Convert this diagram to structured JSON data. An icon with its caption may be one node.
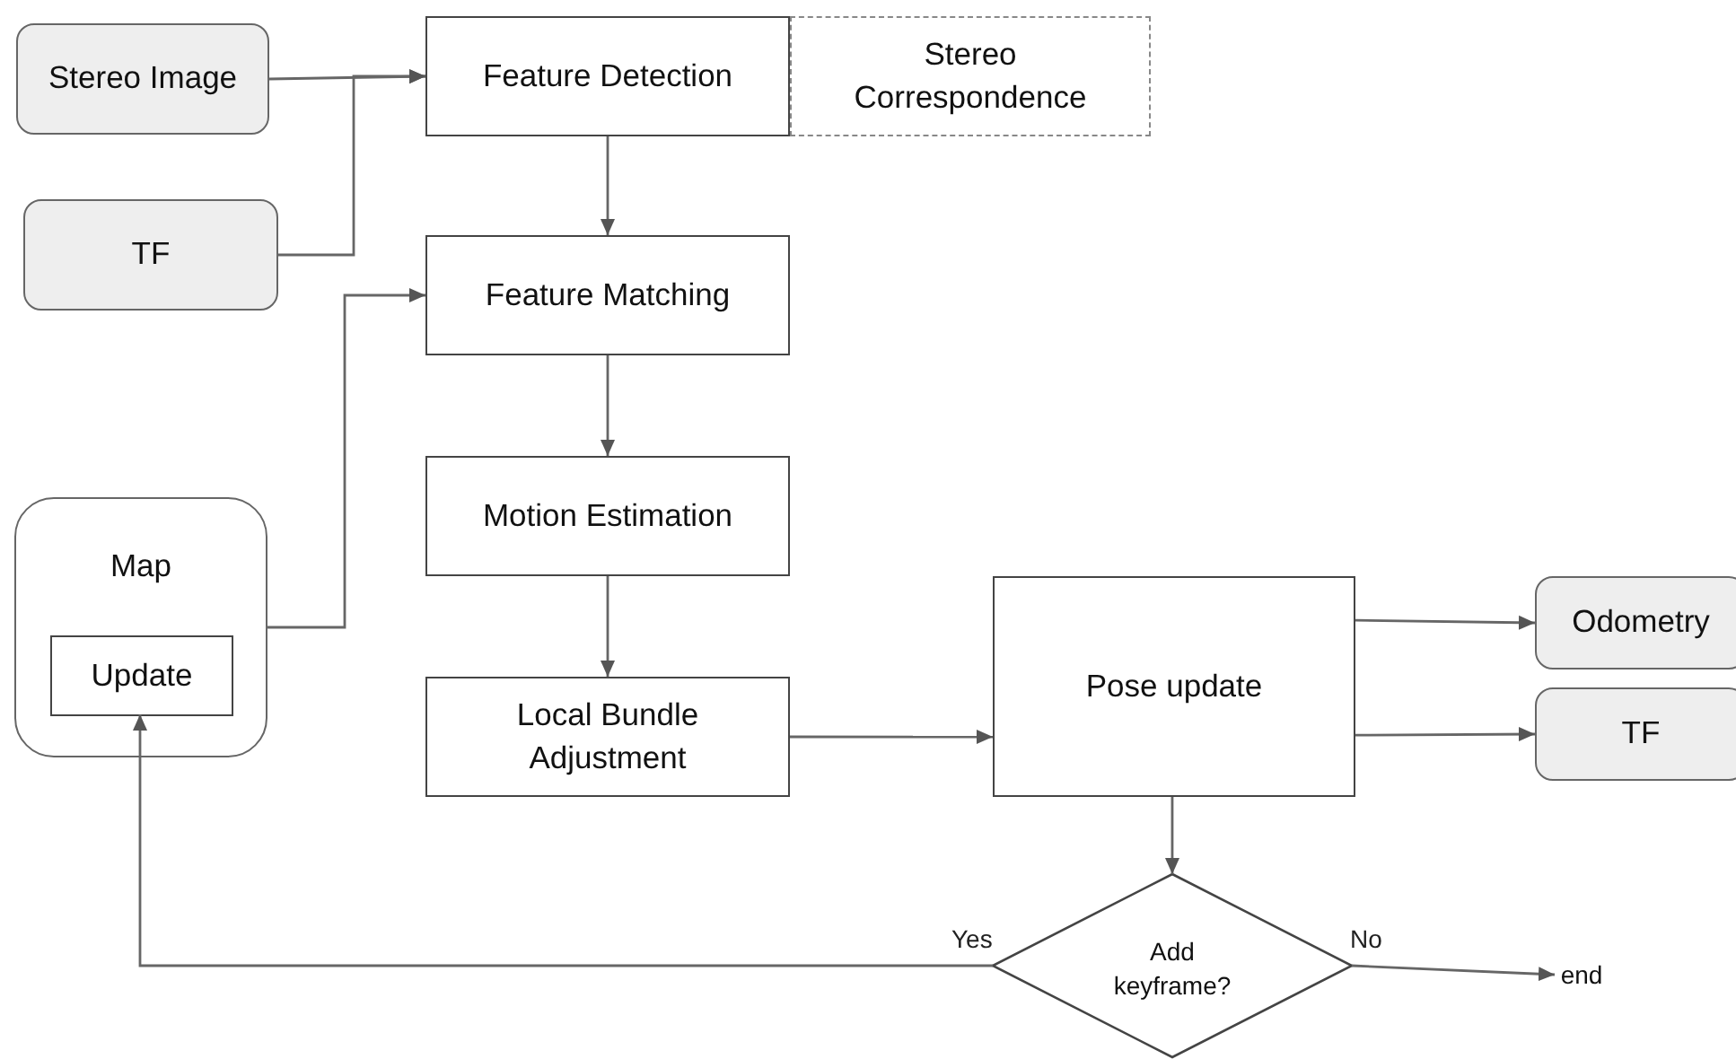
{
  "diagram": {
    "nodes": [
      {
        "text": [
          "Stereo Image"
        ]
      },
      {
        "text": [
          "TF"
        ]
      },
      {
        "text": [
          "Feature Detection"
        ]
      },
      {
        "text": [
          "Stereo Correspondence"
        ]
      },
      {
        "text": [
          "Feature Matching"
        ]
      },
      {
        "text": [
          "Map"
        ]
      },
      {
        "text": [
          "Update"
        ],
        "in": 5
      },
      {
        "text": [
          "Motion Estimation"
        ]
      },
      {
        "text": [
          "Local Bundle Adjustment"
        ]
      },
      {
        "text": [
          "Pose update"
        ]
      },
      {
        "text": [
          "Odometry"
        ]
      },
      {
        "text": [
          "TF"
        ]
      },
      {
        "text": [
          "Add keyframe?"
        ]
      },
      {
        "text": [
          "end"
        ]
      }
    ],
    "edges": [
      {
        "from": 0,
        "to": 2,
        "arrow": "to"
      },
      {
        "from": 1,
        "to": 2,
        "arrow": "to"
      },
      {
        "from": 2,
        "to": 4,
        "arrow": "to"
      },
      {
        "from": 5,
        "to": 4,
        "arrow": "to"
      },
      {
        "from": 4,
        "to": 7,
        "arrow": "to"
      },
      {
        "from": 7,
        "to": 8,
        "arrow": "to"
      },
      {
        "from": 8,
        "to": 9,
        "arrow": "to"
      },
      {
        "from": 9,
        "to": 10,
        "arrow": "to"
      },
      {
        "from": 9,
        "to": 11,
        "arrow": "to"
      },
      {
        "from": 9,
        "to": 12,
        "arrow": "to"
      },
      {
        "from": 12,
        "to": 6,
        "arrow": "to",
        "label": "Yes"
      },
      {
        "from": 12,
        "to": 13,
        "arrow": "to",
        "label": "No"
      }
    ]
  }
}
